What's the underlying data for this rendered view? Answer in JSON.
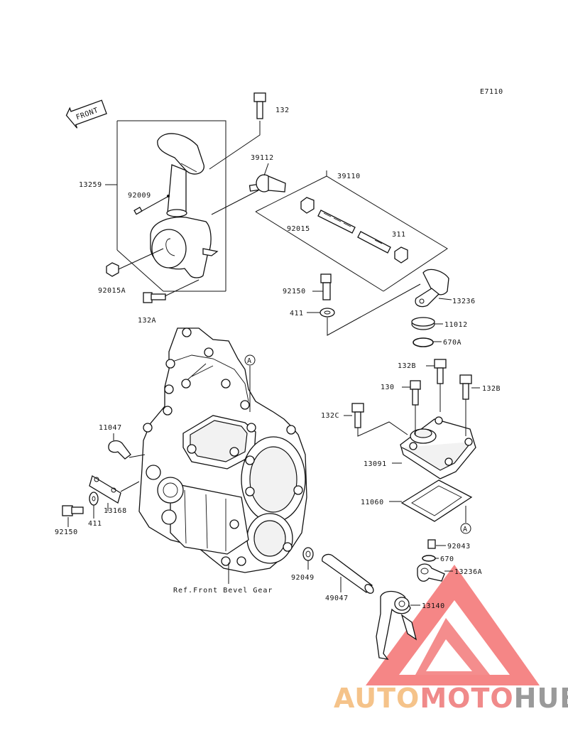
{
  "diagram": {
    "code": "E7110",
    "front_label": "FRONT",
    "reference_note": "Ref.Front Bevel Gear",
    "ref_mark": "A",
    "part_labels": {
      "p132": "132",
      "p39112": "39112",
      "p39110": "39110",
      "p13259": "13259",
      "p92009": "92009",
      "p92015": "92015",
      "p311": "311",
      "p92015a": "92015A",
      "p132a": "132A",
      "p92150_top": "92150",
      "p13236": "13236",
      "p411_top": "411",
      "p11012": "11012",
      "p670a": "670A",
      "p132b_a": "132B",
      "p130": "130",
      "p132b_b": "132B",
      "p132c": "132C",
      "p11047": "11047",
      "p13091": "13091",
      "p11060": "11060",
      "p13168": "13168",
      "p92150_bot": "92150",
      "p411_bot": "411",
      "p92043": "92043",
      "p670": "670",
      "p13236a": "13236A",
      "p92049": "92049",
      "p49047": "49047",
      "p13140": "13140"
    }
  },
  "watermark": {
    "part1": "AUTO",
    "part2": "MOTO",
    "part3": "HUB",
    "color1": "#f5c38a",
    "color2": "#f08a8a",
    "color3": "#9a9a9a",
    "logo_color": "#ee3b3b"
  }
}
